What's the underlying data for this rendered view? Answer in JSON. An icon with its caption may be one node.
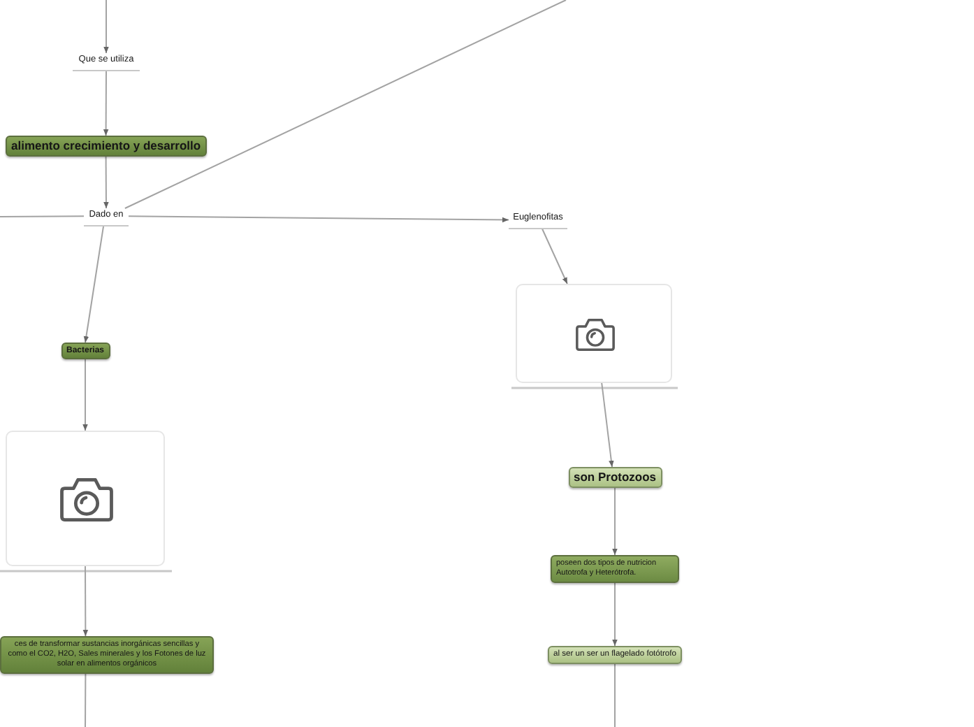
{
  "diagram": {
    "nodes": [
      {
        "text": [
          "Que se utiliza"
        ]
      },
      {
        "text": [
          "alimento crecimiento y desarrollo"
        ]
      },
      {
        "text": [
          "Dado en"
        ]
      },
      {
        "text": [
          "Euglenofitas"
        ]
      },
      {
        "text": [],
        "shape": "picture"
      },
      {
        "text": [
          "Bacterias"
        ]
      },
      {
        "text": [],
        "shape": "picture"
      },
      {
        "text": [
          "ces de transformar sustancias inorgánicas sencillas y como el CO2, H2O, Sales minerales y los Fotones de luz solar en alimentos orgánicos"
        ]
      },
      {
        "text": [
          "son Protozoos"
        ]
      },
      {
        "text": [
          "poseen dos tipos de nutricion Autotrofa y Heterótrofa."
        ]
      },
      {
        "text": [
          "al ser un ser un flagelado fotótrofo"
        ]
      }
    ],
    "edges": [
      {
        "from": null,
        "to": 0,
        "arrow": "to"
      },
      {
        "from": 0,
        "to": 1,
        "arrow": "to"
      },
      {
        "from": 1,
        "to": 2,
        "arrow": "to"
      },
      {
        "from": 2,
        "to": null,
        "arrow": "none"
      },
      {
        "from": 2,
        "to": null,
        "arrow": "none"
      },
      {
        "from": 2,
        "to": 3,
        "arrow": "to"
      },
      {
        "from": 2,
        "to": 5,
        "arrow": "to"
      },
      {
        "from": 3,
        "to": 4,
        "arrow": "to"
      },
      {
        "from": 5,
        "to": 6,
        "arrow": "to"
      },
      {
        "from": 6,
        "to": 7,
        "arrow": "to"
      },
      {
        "from": 7,
        "to": null,
        "arrow": "none"
      },
      {
        "from": 4,
        "to": 8,
        "arrow": "to"
      },
      {
        "from": 8,
        "to": 9,
        "arrow": "to"
      },
      {
        "from": 9,
        "to": 10,
        "arrow": "to"
      },
      {
        "from": 10,
        "to": null,
        "arrow": "none"
      }
    ]
  }
}
